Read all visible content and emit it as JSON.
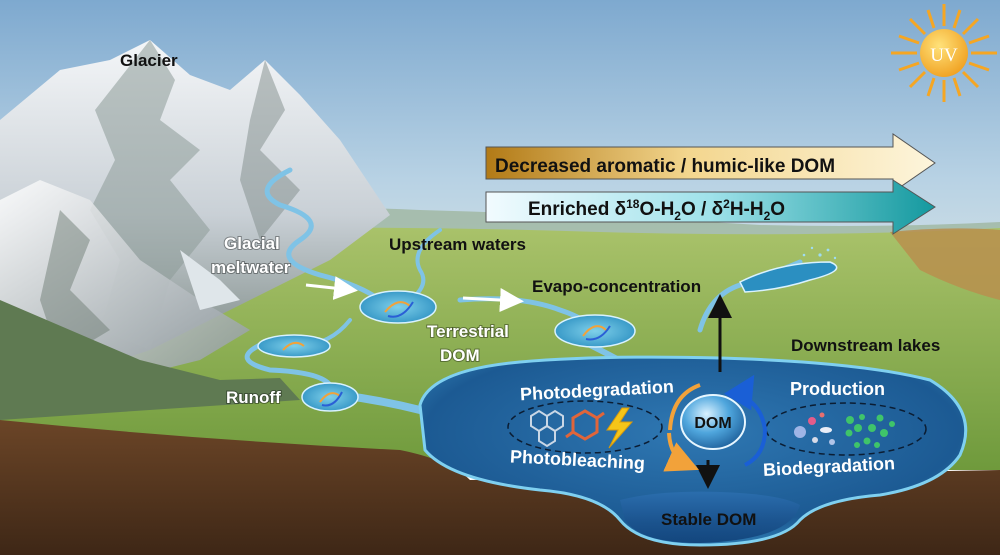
{
  "labels": {
    "glacier": "Glacier",
    "glacial": "Glacial",
    "meltwater": "meltwater",
    "upstream_waters": "Upstream waters",
    "terrestrial": "Terrestrial",
    "dom_term": "DOM",
    "runoff": "Runoff",
    "evapo": "Evapo-concentration",
    "downstream_lakes": "Downstream lakes",
    "photodegradation": "Photodegradation",
    "photobleaching": "Photobleaching",
    "production": "Production",
    "biodegradation": "Biodegradation",
    "dom_center": "DOM",
    "stable_dom": "Stable DOM",
    "uv": "UV"
  },
  "trend_arrows": {
    "aromatic": "Decreased aromatic / humic-like DOM",
    "isotope_prefix": "Enriched δ",
    "isotope_sup1": "18",
    "isotope_mid1": "O-H",
    "isotope_sub1": "2",
    "isotope_mid2": "O / δ",
    "isotope_sup2": "2",
    "isotope_mid3": "H-H",
    "isotope_sub2": "2",
    "isotope_end": "O"
  },
  "icon_names": [
    "sun-uv-icon",
    "hexagon-icon",
    "benzene-icon",
    "lightning-icon",
    "microbe-icon",
    "algae-icon"
  ],
  "colors": {
    "sky": "#8fb6d6",
    "grass": "#8fb155",
    "soil": "#5a3a22",
    "lake": "#1d5e98",
    "aromatic_arrow_start": "#b07818",
    "isotope_arrow_end": "#1aa3a5",
    "sun": "#f5a623"
  }
}
